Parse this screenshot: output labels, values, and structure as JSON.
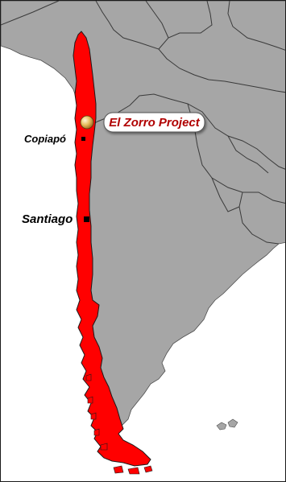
{
  "map": {
    "project_label": "El Zorro Project",
    "cities": [
      {
        "name": "Copiapó"
      },
      {
        "name": "Santiago"
      }
    ]
  },
  "colors": {
    "ocean": "#ffffff",
    "land": "#a6a6a6",
    "chile": "#ff0000",
    "border": "#1a1a1a",
    "callout_text": "#b00000",
    "callout_fill": "#ffffff",
    "marker": "#e8c060"
  },
  "icons": {
    "project_marker": "gold-circle",
    "city_marker": "black-square"
  }
}
